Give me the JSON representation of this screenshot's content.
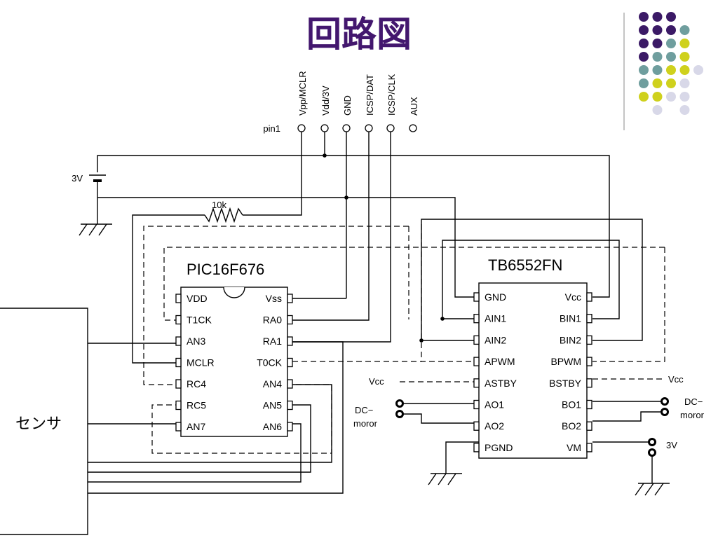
{
  "title": "回路図",
  "colors": {
    "title": "#43176e",
    "deco_purple": "#3b1a66",
    "deco_teal": "#6f9e9e",
    "deco_yellow": "#cfd11d",
    "deco_lavender": "#d8d8e8"
  },
  "header": {
    "pin1_label": "pin1",
    "pins": [
      "Vpp/MCLR",
      "Vdd/3V",
      "GND",
      "ICSP/DAT",
      "ICSP/CLK",
      "AUX"
    ]
  },
  "power": {
    "battery_label": "3V",
    "resistor_label": "10k"
  },
  "pic": {
    "name": "PIC16F676",
    "left_pins": [
      "VDD",
      "T1CK",
      "AN3",
      "MCLR",
      "RC4",
      "RC5",
      "AN7"
    ],
    "right_pins": [
      "Vss",
      "RA0",
      "RA1",
      "T0CK",
      "AN4",
      "AN5",
      "AN6"
    ]
  },
  "tb": {
    "name": "TB6552FN",
    "left_pins": [
      "GND",
      "AIN1",
      "AIN2",
      "APWM",
      "ASTBY",
      "AO1",
      "AO2",
      "PGND"
    ],
    "right_pins": [
      "Vcc",
      "BIN1",
      "BIN2",
      "BPWM",
      "BSTBY",
      "BO1",
      "BO2",
      "VM"
    ]
  },
  "labels": {
    "vcc_left": "Vcc",
    "vcc_right": "Vcc",
    "dc_left_1": "DC−",
    "dc_left_2": "moror",
    "dc_right_1": "DC−",
    "dc_right_2": "moror",
    "vm_3v": "3V",
    "sensor": "センサ"
  }
}
